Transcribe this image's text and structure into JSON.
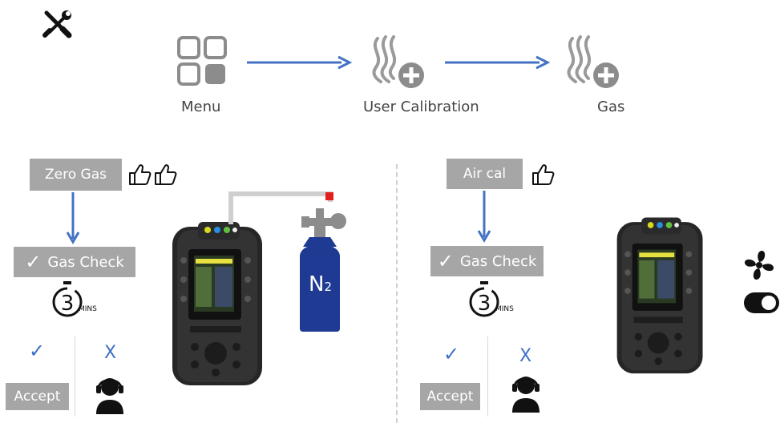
{
  "flow": {
    "steps": [
      "Menu",
      "User Calibration",
      "Gas"
    ]
  },
  "left_panel": {
    "title": "Zero Gas",
    "check": "Gas Check",
    "timer_number": "3",
    "timer_unit": "MINS",
    "accept_mark": "✓",
    "reject_mark": "X",
    "accept_label": "Accept",
    "cylinder_label": "N",
    "cylinder_sub": "2",
    "thumbs": 2
  },
  "right_panel": {
    "title": "Air cal",
    "check": "Gas Check",
    "timer_number": "3",
    "timer_unit": "MINS",
    "accept_mark": "✓",
    "reject_mark": "X",
    "accept_label": "Accept",
    "thumbs": 1
  },
  "icons": [
    "tools-icon",
    "menu-grid-icon",
    "gas-plus-icon",
    "thumbs-up-icon",
    "stopwatch-icon",
    "operator-headset-icon",
    "gas-cylinder-icon",
    "gas-detector-device",
    "fan-icon",
    "toggle-icon"
  ],
  "colors": {
    "arrow": "#4472c4",
    "box": "#a6a6a6",
    "cylinder": "#1f3a93",
    "valve_red": "#e0201b"
  }
}
